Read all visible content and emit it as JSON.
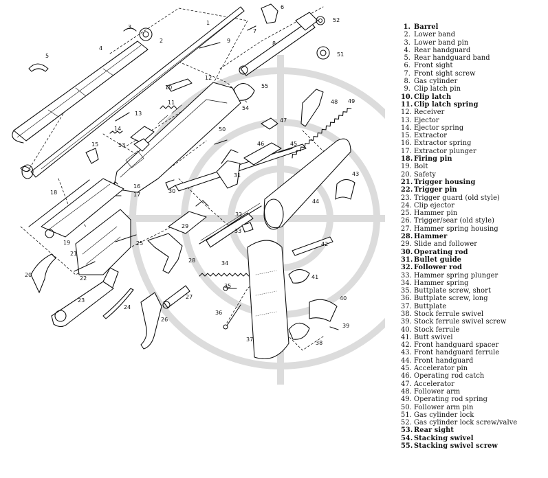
{
  "parts": [
    {
      "num": "1.",
      "name": "Barrel"
    },
    {
      "num": "2.",
      "name": "Lower band"
    },
    {
      "num": "3.",
      "name": "Lower band pin"
    },
    {
      "num": "4.",
      "name": "Rear handguard"
    },
    {
      "num": "5.",
      "name": "Rear handguard band"
    },
    {
      "num": "6.",
      "name": "Front sight"
    },
    {
      "num": "7.",
      "name": "Front sight screw"
    },
    {
      "num": "8.",
      "name": "Gas cylinder"
    },
    {
      "num": "9.",
      "name": "Clip latch pin"
    },
    {
      "num": "10.",
      "name": "Clip latch"
    },
    {
      "num": "11.",
      "name": "Clip latch spring"
    },
    {
      "num": "12.",
      "name": "Receiver"
    },
    {
      "num": "13.",
      "name": "Ejector"
    },
    {
      "num": "14.",
      "name": "Ejector spring"
    },
    {
      "num": "15.",
      "name": "Extractor"
    },
    {
      "num": "16.",
      "name": "Extractor spring"
    },
    {
      "num": "17.",
      "name": "Extractor plunger"
    },
    {
      "num": "18.",
      "name": "Firing pin"
    },
    {
      "num": "19.",
      "name": "Bolt"
    },
    {
      "num": "20.",
      "name": "Safety"
    },
    {
      "num": "21.",
      "name": "Trigger housing"
    },
    {
      "num": "22.",
      "name": "Trigger pin"
    },
    {
      "num": "23.",
      "name": "Trigger guard (old style)"
    },
    {
      "num": "24.",
      "name": "Clip ejector"
    },
    {
      "num": "25.",
      "name": "Hammer pin"
    },
    {
      "num": "26.",
      "name": "Trigger/sear (old style)"
    },
    {
      "num": "27.",
      "name": "Hammer spring housing"
    },
    {
      "num": "28.",
      "name": "Hammer"
    },
    {
      "num": "29.",
      "name": "Slide and follower"
    },
    {
      "num": "30.",
      "name": "Operating rod"
    },
    {
      "num": "31.",
      "name": "Bullet guide"
    },
    {
      "num": "32.",
      "name": "Follower rod"
    },
    {
      "num": "33.",
      "name": "Hammer spring plunger"
    },
    {
      "num": "34.",
      "name": "Hammer spring"
    },
    {
      "num": "35.",
      "name": "Buttplate screw, short"
    },
    {
      "num": "36.",
      "name": "Buttplate screw, long"
    },
    {
      "num": "37.",
      "name": "Buttplate"
    },
    {
      "num": "38.",
      "name": "Stock ferrule swivel"
    },
    {
      "num": "39.",
      "name": "Stock ferrule swivel screw"
    },
    {
      "num": "40.",
      "name": "Stock ferrule"
    },
    {
      "num": "41.",
      "name": "Butt swivel"
    },
    {
      "num": "42.",
      "name": "Front handguard spacer"
    },
    {
      "num": "43.",
      "name": "Front handguard ferrule"
    },
    {
      "num": "44.",
      "name": "Front handguard"
    },
    {
      "num": "45.",
      "name": "Accelerator pin"
    },
    {
      "num": "46.",
      "name": "Operating rod catch"
    },
    {
      "num": "47.",
      "name": "Accelerator"
    },
    {
      "num": "48.",
      "name": "Follower arm"
    },
    {
      "num": "49.",
      "name": "Operating rod spring"
    },
    {
      "num": "50.",
      "name": "Follower arm pin"
    },
    {
      "num": "51.",
      "name": "Gas cylinder lock"
    },
    {
      "num": "52.",
      "name": "Gas cylinder lock screw/valve"
    },
    {
      "num": "53.",
      "name": "Rear sight"
    },
    {
      "num": "54.",
      "name": "Stacking swivel"
    },
    {
      "num": "55.",
      "name": "Stacking swivel screw"
    }
  ],
  "callouts": [
    "1",
    "2",
    "3",
    "4",
    "5",
    "6",
    "7",
    "8",
    "9",
    "10",
    "11",
    "12",
    "13",
    "14",
    "15",
    "16",
    "17",
    "18",
    "19",
    "20",
    "21",
    "22",
    "23",
    "24",
    "25",
    "26",
    "27",
    "28",
    "29",
    "30",
    "31",
    "32",
    "33",
    "34",
    "35",
    "36",
    "37",
    "38",
    "39",
    "40",
    "41",
    "42",
    "43",
    "44",
    "45",
    "46",
    "47",
    "48",
    "49",
    "50",
    "51",
    "52",
    "53",
    "54",
    "55"
  ],
  "colors": {
    "ink": "#111111",
    "watermark": "#d9d9d9",
    "background": "#ffffff"
  }
}
